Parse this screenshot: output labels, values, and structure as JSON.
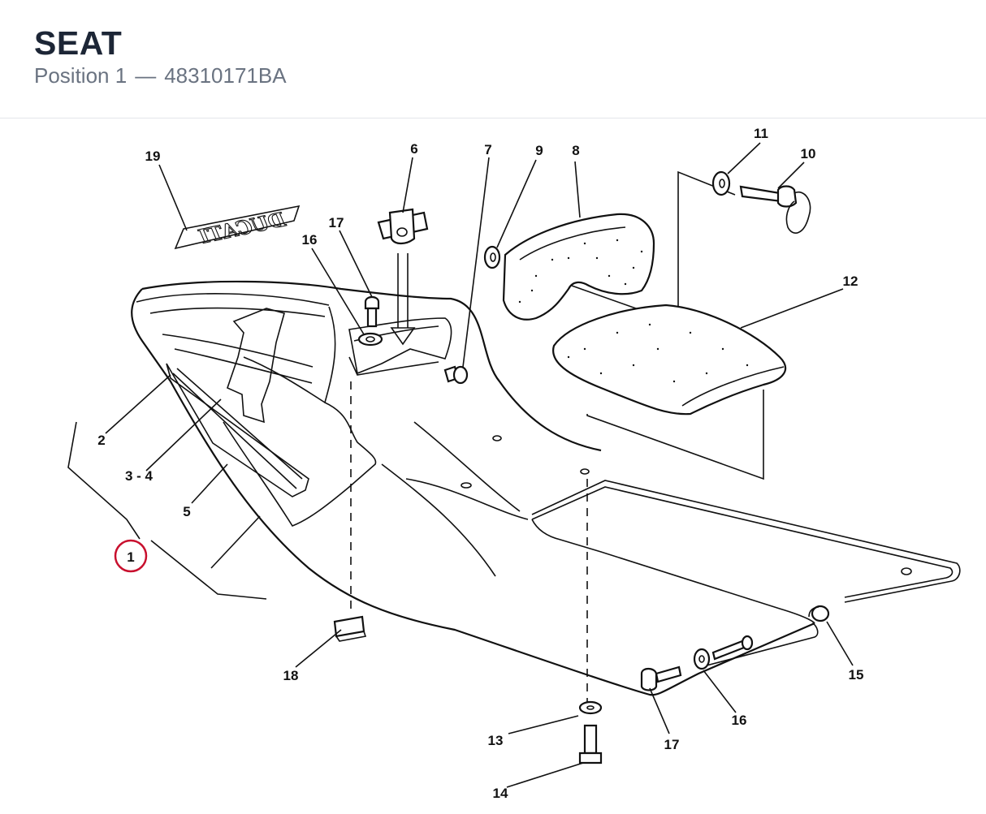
{
  "header": {
    "title": "SEAT",
    "position_label": "Position 1",
    "separator": "—",
    "part_number": "48310171BA"
  },
  "decal_text": "DUCATI",
  "highlight_color": "#c8102e",
  "callouts": {
    "c1": "1",
    "c2": "2",
    "c34": "3 - 4",
    "c5": "5",
    "c6": "6",
    "c7": "7",
    "c8": "8",
    "c9": "9",
    "c10": "10",
    "c11": "11",
    "c12": "12",
    "c13": "13",
    "c14": "14",
    "c15": "15",
    "c16a": "16",
    "c16b": "16",
    "c17a": "17",
    "c17b": "17",
    "c18": "18",
    "c19": "19"
  }
}
